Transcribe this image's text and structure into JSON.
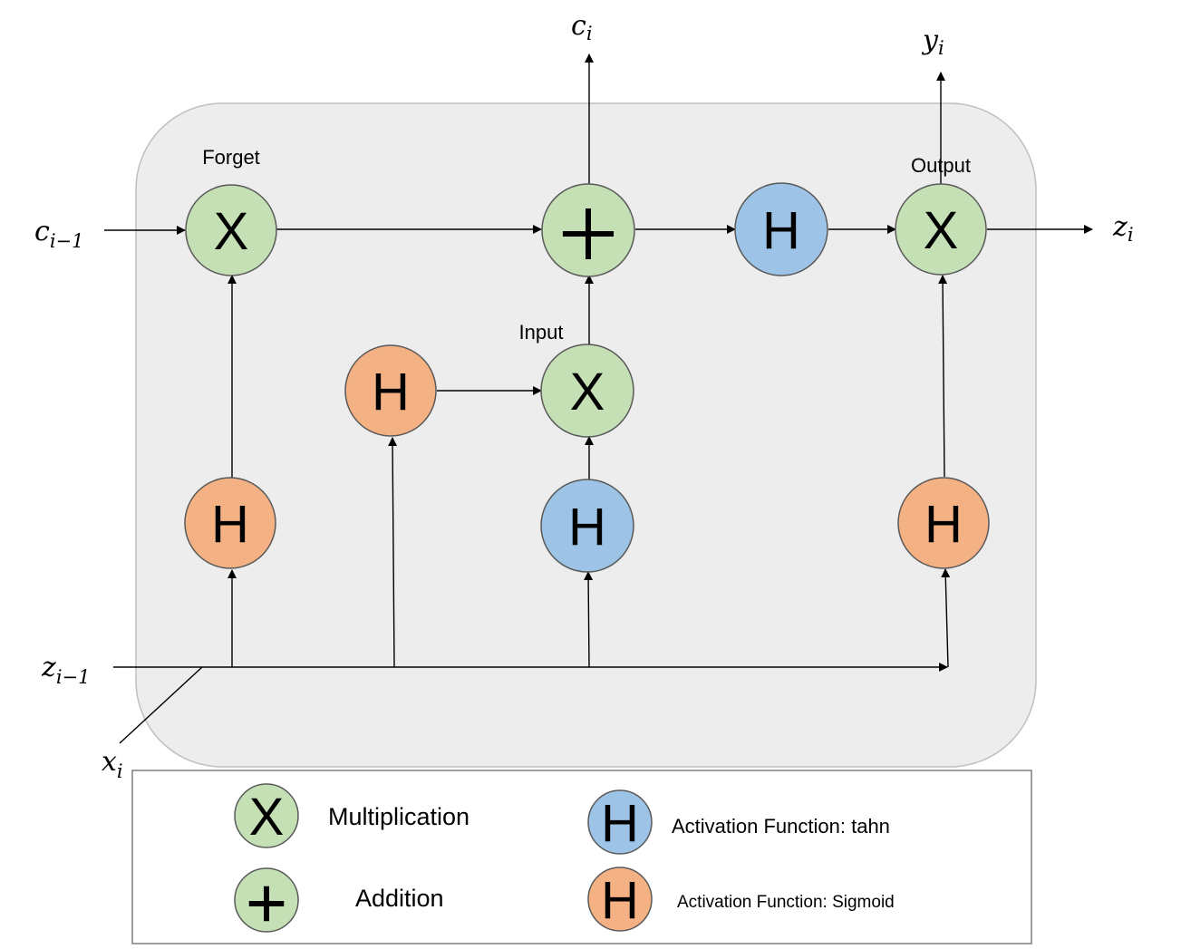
{
  "colors": {
    "green": "#c5e0b4",
    "blue": "#9dc3e6",
    "orange": "#f4b183",
    "cell_fill": "#ededed",
    "cell_stroke": "#bfbfbf",
    "node_stroke": "#595959",
    "legend_stroke": "#7f7f7f"
  },
  "nodes": {
    "forget_mult": {
      "symbol": "X",
      "color": "green"
    },
    "add": {
      "symbol": "+",
      "color": "green"
    },
    "tanh_cell": {
      "symbol": "H",
      "color": "blue"
    },
    "output_mult": {
      "symbol": "X",
      "color": "green"
    },
    "input_sig": {
      "symbol": "H",
      "color": "orange"
    },
    "input_mult": {
      "symbol": "X",
      "color": "green"
    },
    "forget_sig": {
      "symbol": "H",
      "color": "orange"
    },
    "input_tanh": {
      "symbol": "H",
      "color": "blue"
    },
    "output_sig": {
      "symbol": "H",
      "color": "orange"
    }
  },
  "gate_labels": {
    "forget": "Forget",
    "input": "Input",
    "output": "Output"
  },
  "variables": {
    "c_out": {
      "base": "c",
      "sub": "i"
    },
    "y_out": {
      "base": "y",
      "sub": "i"
    },
    "c_prev": {
      "base": "c",
      "sub": "i−1"
    },
    "z_out": {
      "base": "z",
      "sub": "i"
    },
    "z_prev": {
      "base": "z",
      "sub": "i−1"
    },
    "x_in": {
      "base": "x",
      "sub": "i"
    }
  },
  "legend": {
    "multiplication": {
      "symbol": "X",
      "color": "green",
      "label": "Multiplication"
    },
    "addition": {
      "symbol": "+",
      "color": "green",
      "label": "Addition"
    },
    "tanh": {
      "symbol": "H",
      "color": "blue",
      "label": "Activation Function: tahn"
    },
    "sigmoid": {
      "symbol": "H",
      "color": "orange",
      "label": "Activation Function: Sigmoid"
    }
  }
}
